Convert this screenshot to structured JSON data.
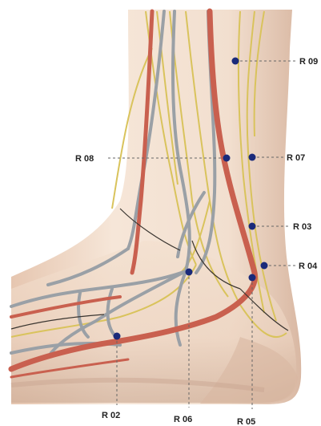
{
  "colors": {
    "skin_light": "#f4e2d2",
    "skin_mid": "#e8cbb6",
    "skin_shadow": "#c9a48f",
    "artery": "#c9604f",
    "vein": "#9aa0a6",
    "nerve": "#d6c25a",
    "marker": "#1a2a7a",
    "leader": "#555555"
  },
  "points": [
    {
      "id": "r09",
      "label": "R 09"
    },
    {
      "id": "r08",
      "label": "R 08"
    },
    {
      "id": "r07",
      "label": "R 07"
    },
    {
      "id": "r03",
      "label": "R 03"
    },
    {
      "id": "r04",
      "label": "R 04"
    },
    {
      "id": "r05",
      "label": "R 05"
    },
    {
      "id": "r06",
      "label": "R 06"
    },
    {
      "id": "r02",
      "label": "R 02"
    }
  ]
}
